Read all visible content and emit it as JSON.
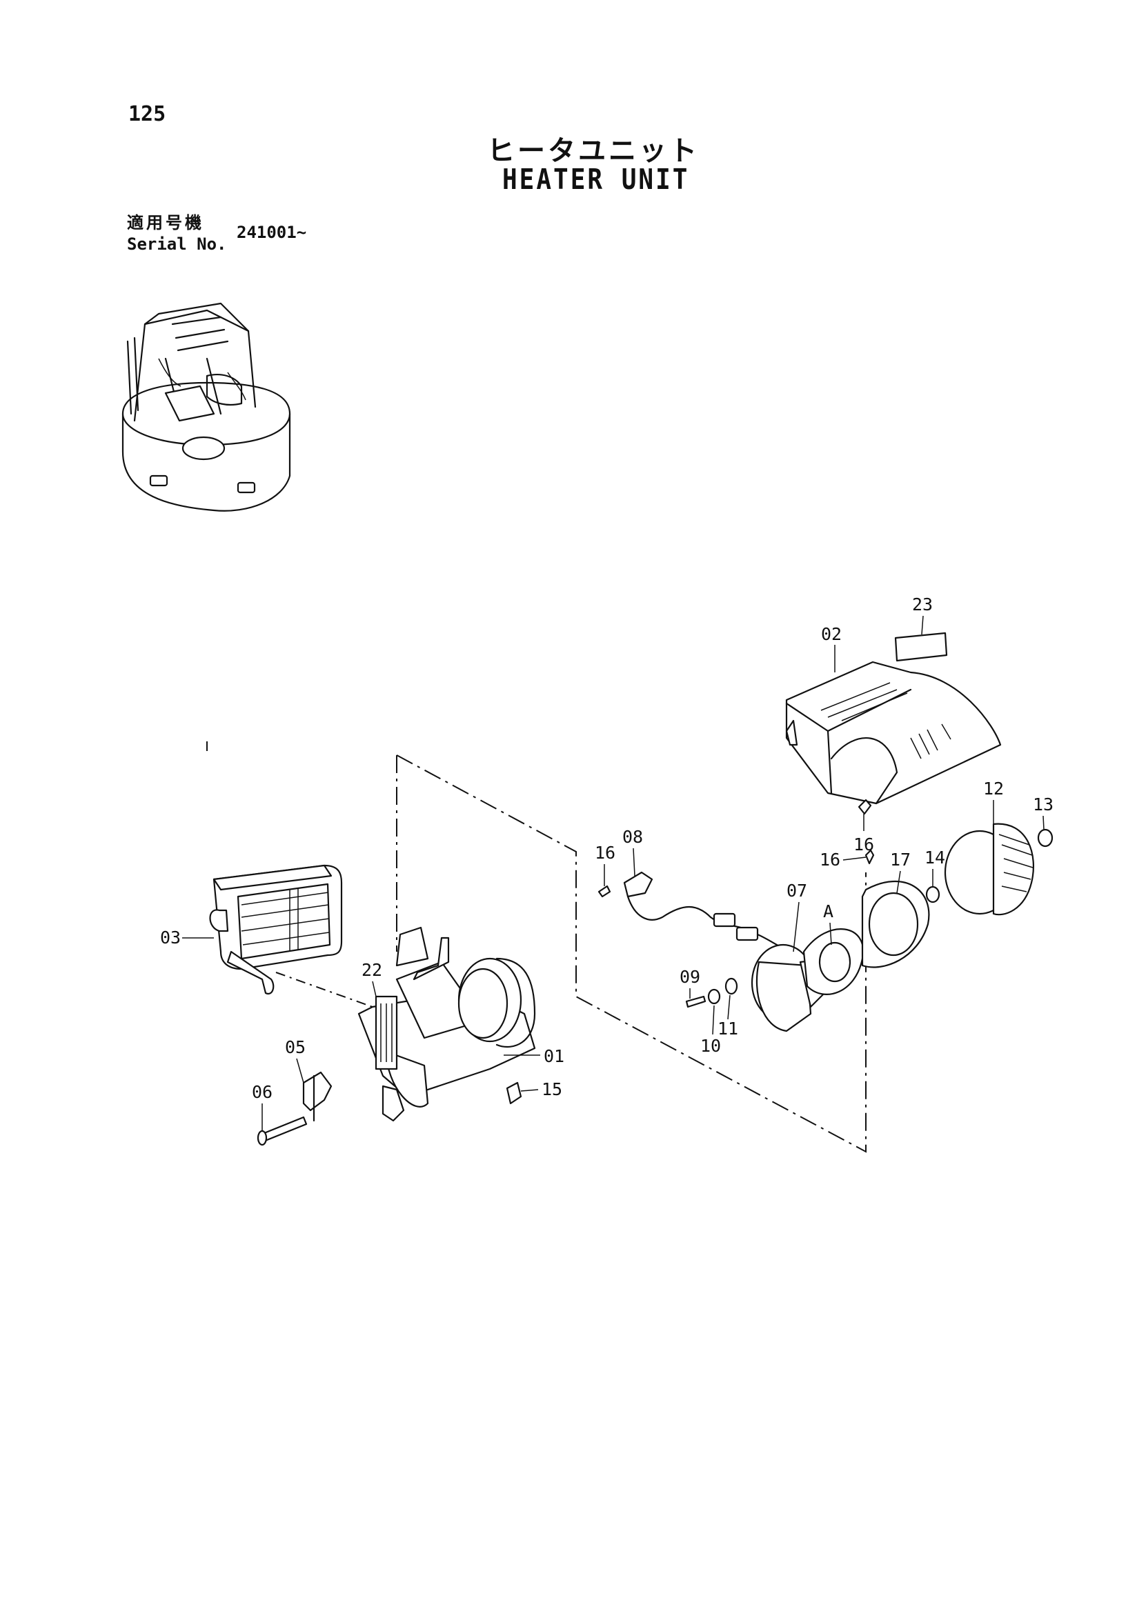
{
  "header": {
    "page_number": "125",
    "title_jp": "ヒータユニット",
    "title_en": "HEATER UNIT",
    "serial_label_jp": "適用号機",
    "serial_label_en": "Serial No.",
    "serial_value": "241001~"
  },
  "callouts": [
    {
      "id": "c01",
      "label": "01"
    },
    {
      "id": "c02",
      "label": "02"
    },
    {
      "id": "c03",
      "label": "03"
    },
    {
      "id": "c05",
      "label": "05"
    },
    {
      "id": "c06",
      "label": "06"
    },
    {
      "id": "c07",
      "label": "07"
    },
    {
      "id": "c08",
      "label": "08"
    },
    {
      "id": "c09",
      "label": "09"
    },
    {
      "id": "c10",
      "label": "10"
    },
    {
      "id": "c11",
      "label": "11"
    },
    {
      "id": "c12",
      "label": "12"
    },
    {
      "id": "c13",
      "label": "13"
    },
    {
      "id": "c14",
      "label": "14"
    },
    {
      "id": "c15",
      "label": "15"
    },
    {
      "id": "c16a",
      "label": "16"
    },
    {
      "id": "c16b",
      "label": "16"
    },
    {
      "id": "c16c",
      "label": "16"
    },
    {
      "id": "c17",
      "label": "17"
    },
    {
      "id": "c22",
      "label": "22"
    },
    {
      "id": "c23",
      "label": "23"
    },
    {
      "id": "cA",
      "label": "A"
    }
  ]
}
